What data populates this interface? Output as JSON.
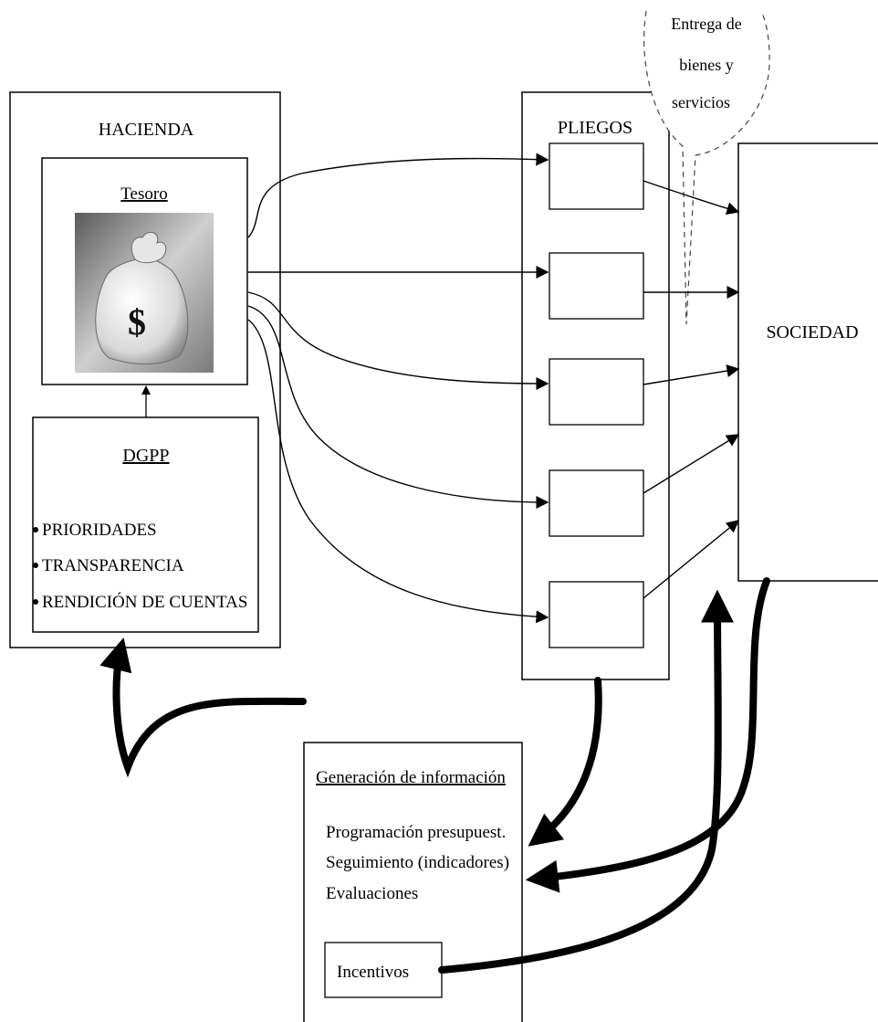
{
  "hacienda": {
    "title": "HACIENDA",
    "tesoro": {
      "label": "Tesoro",
      "bag_symbol": "$"
    },
    "dgpp": {
      "title": "DGPP",
      "bullets": [
        "PRIORIDADES",
        "TRANSPARENCIA",
        "RENDICIÓN DE CUENTAS"
      ]
    }
  },
  "pliegos": {
    "title": "PLIEGOS"
  },
  "sociedad": {
    "label": "SOCIEDAD"
  },
  "callout": {
    "lines": [
      "Entrega de",
      "bienes  y",
      "servicios"
    ]
  },
  "informacion": {
    "title": "Generación de información",
    "items": [
      "Programación presupuest.",
      "Seguimiento (indicadores)",
      "Evaluaciones"
    ],
    "incentivos": "Incentivos"
  },
  "colors": {
    "line": "#000000",
    "background": "#ffffff",
    "callout_stroke": "#444444"
  },
  "icons": {
    "treasury": "money-bag-icon",
    "bullet": "bullet-dot-icon"
  }
}
